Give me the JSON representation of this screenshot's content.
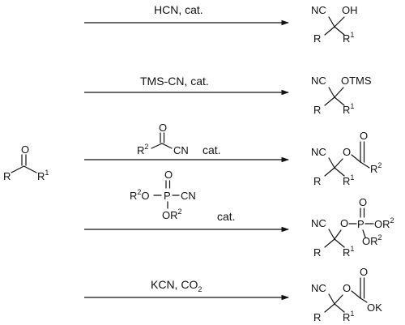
{
  "substrate": {
    "carbonyl_o": "O",
    "r": "R",
    "r1": "R",
    "r1_sup": "1"
  },
  "reactions": [
    {
      "reagent_text": "HCN, cat.",
      "product": {
        "nc": "NC",
        "o": "OH",
        "r": "R",
        "r1": "R",
        "r1_sup": "1"
      }
    },
    {
      "reagent_text": "TMS-CN, cat.",
      "product": {
        "nc": "NC",
        "o": "OTMS",
        "r": "R",
        "r1": "R",
        "r1_sup": "1"
      }
    },
    {
      "reagent": {
        "o": "O",
        "r": "R",
        "r_sup": "2",
        "cn": "CN",
        "cat": "cat."
      },
      "product": {
        "nc": "NC",
        "o": "O",
        "o2": "O",
        "r": "R",
        "r1": "R",
        "r1_sup": "1",
        "r2": "R",
        "r2_sup": "2"
      }
    },
    {
      "reagent": {
        "o": "O",
        "r2o": "R",
        "r2o_sup": "2",
        "o_link": "O",
        "p": "P",
        "cn": "CN",
        "or2": "OR",
        "or2_sup": "2",
        "cat": "cat."
      },
      "product": {
        "nc": "NC",
        "o": "O",
        "po": "O",
        "p": "P",
        "or2a": "OR",
        "or2a_sup": "2",
        "or2b": "OR",
        "or2b_sup": "2",
        "r": "R",
        "r1": "R",
        "r1_sup": "1"
      }
    },
    {
      "reagent_text": "KCN, CO",
      "reagent_sub": "2",
      "product": {
        "nc": "NC",
        "o": "O",
        "o2": "O",
        "ok": "OK",
        "r": "R",
        "r1": "R",
        "r1_sup": "1"
      }
    }
  ]
}
